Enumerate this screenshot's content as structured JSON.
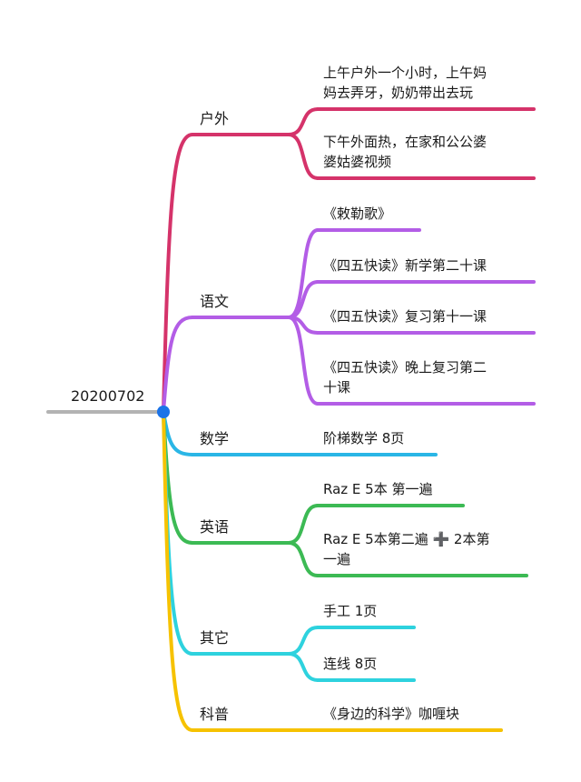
{
  "root": {
    "label": "20200702",
    "color": "#b3b3b3",
    "dot_color": "#1a73e8"
  },
  "branches": [
    {
      "label": "户外",
      "color": "#d5336a",
      "leaves": [
        {
          "lines": [
            "上午户外一个小时，上午妈",
            "妈去弄牙，奶奶带出去玩"
          ]
        },
        {
          "lines": [
            "下午外面热，在家和公公婆",
            "婆姑婆视频"
          ]
        }
      ]
    },
    {
      "label": "语文",
      "color": "#b35de6",
      "leaves": [
        {
          "lines": [
            "《敕勒歌》"
          ]
        },
        {
          "lines": [
            "《四五快读》新学第二十课"
          ]
        },
        {
          "lines": [
            "《四五快读》复习第十一课"
          ]
        },
        {
          "lines": [
            "《四五快读》晚上复习第二",
            "十课"
          ]
        }
      ]
    },
    {
      "label": "数学",
      "color": "#2ab6e6",
      "leaves": [
        {
          "lines": [
            "阶梯数学 8页"
          ]
        }
      ]
    },
    {
      "label": "英语",
      "color": "#3cba54",
      "leaves": [
        {
          "lines": [
            "Raz E 5本 第一遍"
          ]
        },
        {
          "lines": [
            "Raz E 5本第二遍 ➕ 2本第",
            "一遍"
          ]
        }
      ]
    },
    {
      "label": "其它",
      "color": "#2ed2de",
      "leaves": [
        {
          "lines": [
            "手工 1页"
          ]
        },
        {
          "lines": [
            "连线 8页"
          ]
        }
      ]
    },
    {
      "label": "科普",
      "color": "#f6c200",
      "leaves": [
        {
          "lines": [
            "《身边的科学》咖喱块"
          ]
        }
      ]
    }
  ]
}
